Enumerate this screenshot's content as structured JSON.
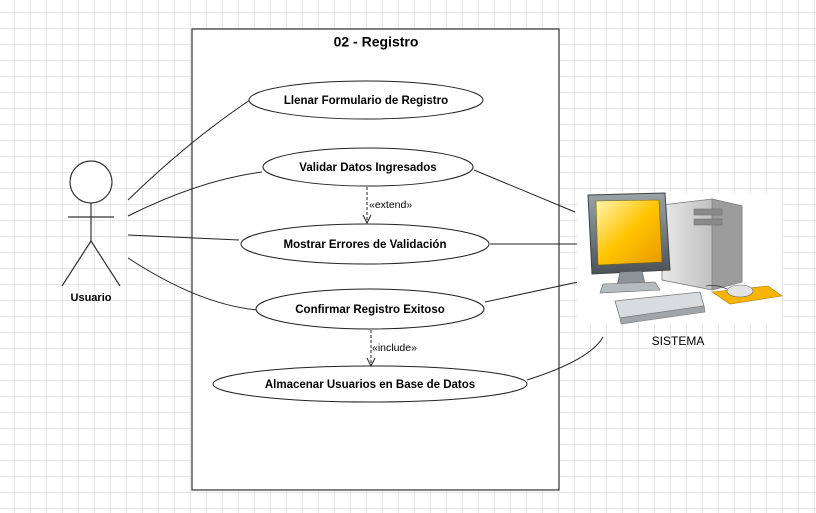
{
  "system": {
    "title": "02 - Registro"
  },
  "actors": {
    "user": {
      "label": "Usuario"
    },
    "system": {
      "label": "SISTEMA"
    }
  },
  "use_cases": [
    {
      "id": "uc1",
      "label": "Llenar Formulario de Registro"
    },
    {
      "id": "uc2",
      "label": "Validar Datos Ingresados"
    },
    {
      "id": "uc3",
      "label": "Mostrar Errores de Validación"
    },
    {
      "id": "uc4",
      "label": "Confirmar Registro Exitoso"
    },
    {
      "id": "uc5",
      "label": "Almacenar Usuarios en Base de Datos"
    }
  ],
  "relations": {
    "extend": {
      "label": "«extend»",
      "from": "uc2",
      "to": "uc3"
    },
    "include": {
      "label": "«include»",
      "from": "uc4",
      "to": "uc5"
    }
  },
  "colors": {
    "monitor_screen": "#ffc000",
    "mousepad": "#f7b500",
    "case_gray": "#c8c8c8"
  }
}
